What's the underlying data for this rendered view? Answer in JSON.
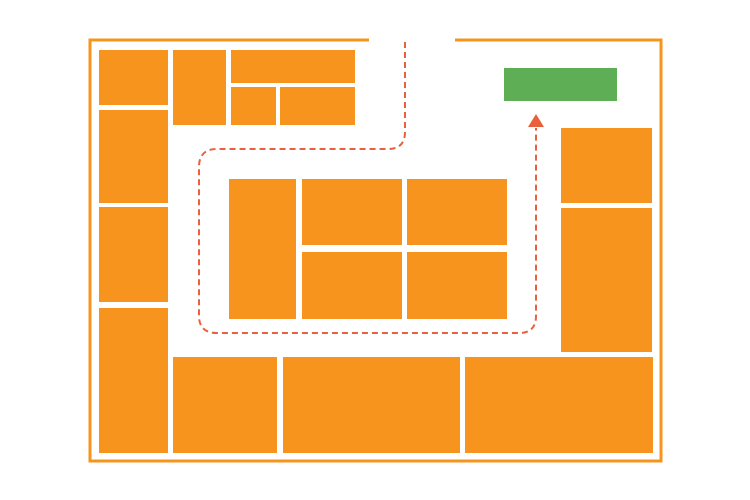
{
  "diagram": {
    "kind": "store-floor-plan",
    "colors": {
      "fixture": "#F7941E",
      "wall": "#F7941E",
      "entrance_gap": "#ffffff",
      "checkout": "#5DAE55",
      "path": "#E8603C",
      "background": "#ffffff"
    },
    "elements": [
      "perimeter-wall",
      "entrance-gap",
      "fixture-blocks",
      "checkout-counter",
      "shopper-route",
      "route-arrowhead"
    ]
  }
}
